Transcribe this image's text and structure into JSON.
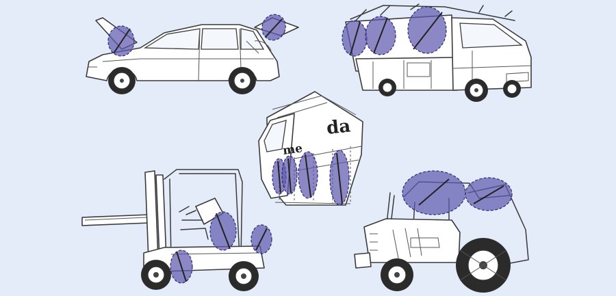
{
  "illustration": {
    "background_color": "#e3ecf8",
    "highlight_color": "#5f5aaf",
    "vehicles": [
      {
        "name": "suv",
        "highlights": 2
      },
      {
        "name": "delivery-van",
        "highlights": 3
      },
      {
        "name": "truck-trailer",
        "highlights": 4
      },
      {
        "name": "forklift",
        "highlights": 3
      },
      {
        "name": "tractor",
        "highlights": 2
      }
    ],
    "trailer_lettering": {
      "line1": "da",
      "line2": "me"
    }
  }
}
